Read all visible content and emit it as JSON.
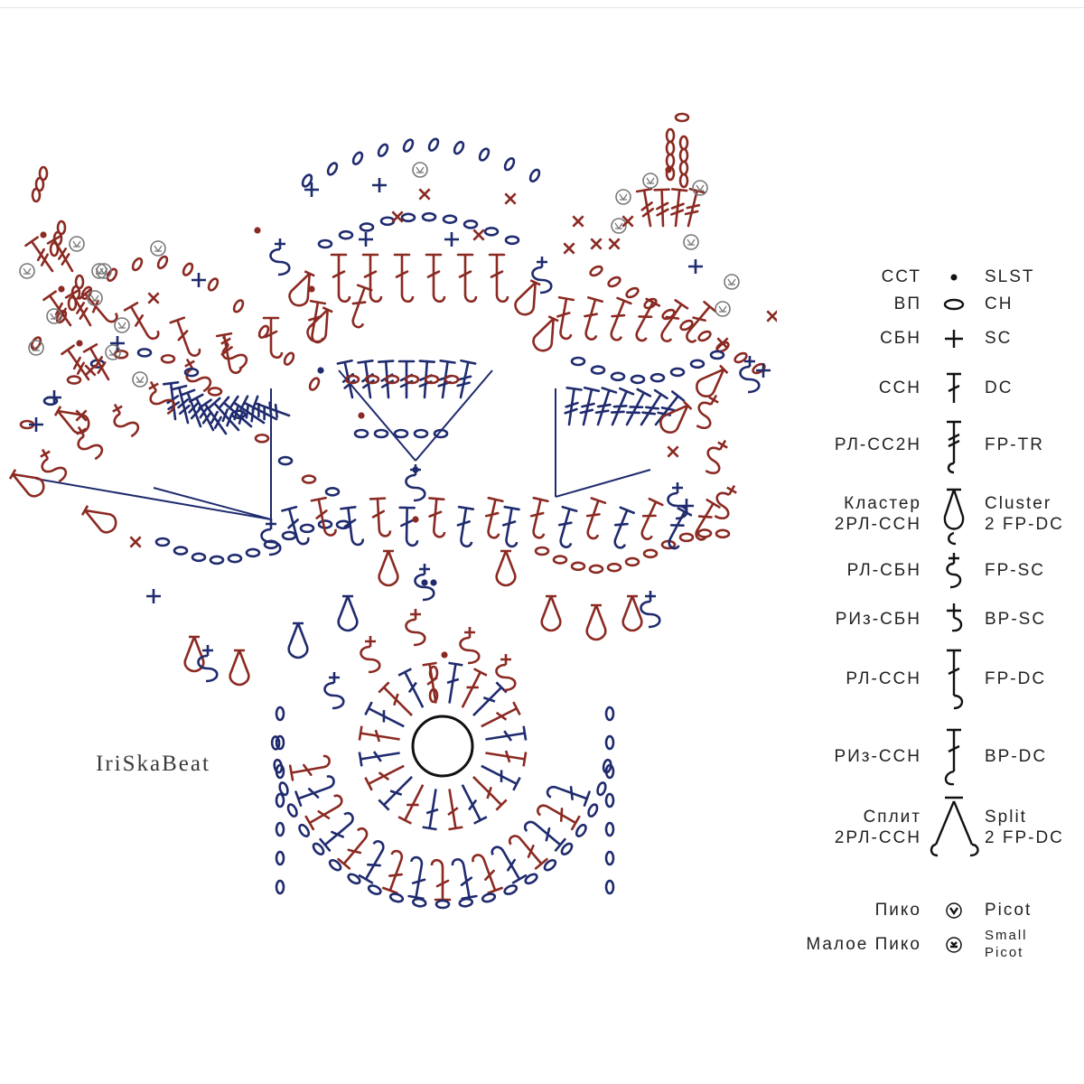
{
  "watermark": "IriSkaBeat",
  "colors": {
    "red": "#8b2a22",
    "blue": "#1f2b6e",
    "black": "#111111"
  },
  "legend": [
    {
      "ru": "ССТ",
      "en": "SLST",
      "icon": "slip-stitch-dot-icon"
    },
    {
      "ru": "ВП",
      "en": "CH",
      "icon": "chain-oval-icon"
    },
    {
      "ru": "СБН",
      "en": "SC",
      "icon": "single-crochet-plus-icon"
    },
    {
      "ru": "ССН",
      "en": "DC",
      "icon": "double-crochet-icon"
    },
    {
      "ru": "РЛ-СС2Н",
      "en": "FP-TR",
      "icon": "front-post-treble-icon"
    },
    {
      "ru": "Кластер\n2РЛ-ССН",
      "en": "Cluster\n2 FP-DC",
      "icon": "cluster-icon"
    },
    {
      "ru": "РЛ-СБН",
      "en": "FP-SC",
      "icon": "front-post-sc-icon"
    },
    {
      "ru": "РИз-СБН",
      "en": "BP-SC",
      "icon": "back-post-sc-icon"
    },
    {
      "ru": "РЛ-ССН",
      "en": "FP-DC",
      "icon": "front-post-dc-icon"
    },
    {
      "ru": "РИз-ССН",
      "en": "BP-DC",
      "icon": "back-post-dc-icon"
    },
    {
      "ru": "Сплит\n2РЛ-ССН",
      "en": "Split\n2 FP-DC",
      "icon": "split-icon"
    },
    {
      "ru": "Пико",
      "en": "Picot",
      "icon": "picot-icon"
    },
    {
      "ru": "Малое Пико",
      "en": "Small\nPicot",
      "icon": "small-picot-icon"
    }
  ]
}
